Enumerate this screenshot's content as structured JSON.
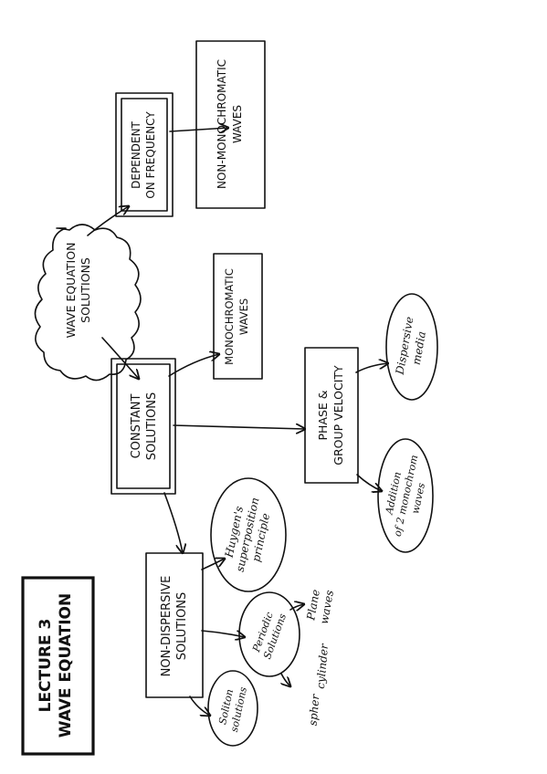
{
  "title": {
    "line1": "LECTURE 3",
    "line2": "WAVE EQUATION"
  },
  "nodes": {
    "root": {
      "line1": "WAVE EQUATION",
      "line2": "SOLUTIONS"
    },
    "dependent": {
      "line1": "DEPENDENT",
      "line2": "ON FREQUENCY"
    },
    "non_mono": {
      "line1": "NON-MONOCHROMATIC",
      "line2": "WAVES"
    },
    "constant": {
      "line1": "CONSTANT",
      "line2": "SOLUTIONS"
    },
    "mono": {
      "line1": "MONOCHROMATIC",
      "line2": "WAVES"
    },
    "phase_group": {
      "line1": "PHASE &",
      "line2": "GROUP VELOCITY"
    },
    "dispersive_media": {
      "line1": "Dispersive",
      "line2": "media"
    },
    "addition": {
      "line1": "Addition",
      "line2": "of 2 monochrom",
      "line3": "waves"
    },
    "non_dispersive": {
      "line1": "NON-DISPERSIVE",
      "line2": "SOLUTIONS"
    },
    "huygens": {
      "line1": "Huygen's",
      "line2": "superposition",
      "line3": "principle"
    },
    "periodic": {
      "line1": "Periodic",
      "line2": "Solutions"
    },
    "plane": {
      "line1": "Plane",
      "line2": "waves"
    },
    "cylinder": {
      "line1": "cylinder"
    },
    "sphere": {
      "line1": "spher"
    },
    "soliton": {
      "line1": "Soliton",
      "line2": "solutions"
    }
  }
}
